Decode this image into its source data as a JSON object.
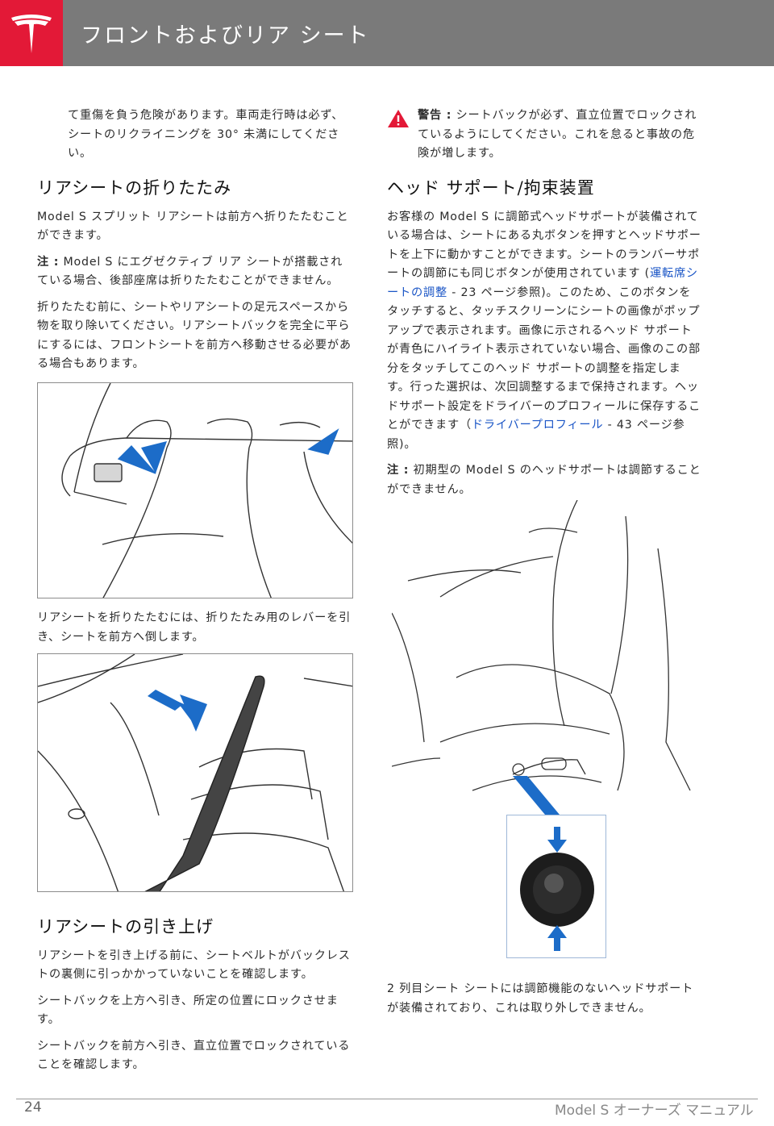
{
  "header": {
    "title": "フロントおよびリア シート",
    "accent_color": "#e31937",
    "bar_color": "#7a7a7a"
  },
  "left": {
    "intro_text": "て重傷を負う危険があります。車両走行時は必ず、シートのリクライニングを 30° 未満にしてください。",
    "fold_heading": "リアシートの折りたたみ",
    "fold_p1": "Model S スプリット リアシートは前方へ折りたたむことができます。",
    "fold_note_label": "注 :",
    "fold_note": " Model S にエグゼクティブ リア シートが搭載されている場合、後部座席は折りたたむことができません。",
    "fold_p3": "折りたたむ前に、シートやリアシートの足元スペースから物を取り除いてください。リアシートバックを完全に平らにするには、フロントシートを前方へ移動させる必要がある場合もあります。",
    "fold_caption": "リアシートを折りたたむには、折りたたみ用のレバーを引き、シートを前方へ倒します。",
    "raise_heading": "リアシートの引き上げ",
    "raise_p1": "リアシートを引き上げる前に、シートベルトがバックレストの裏側に引っかかっていないことを確認します。",
    "raise_p2": "シートバックを上方へ引き、所定の位置にロックさせます。",
    "raise_p3": "シートバックを前方へ引き、直立位置でロックされていることを確認します。"
  },
  "right": {
    "warning_label": "警告 :",
    "warning_text": " シートバックが必ず、直立位置でロックされているようにしてください。これを怠ると事故の危険が増します。",
    "head_heading": "ヘッド サポート/拘束装置",
    "head_p1_a": "お客様の Model S に調節式ヘッドサポートが装備されている場合は、シートにある丸ボタンを押すとヘッドサポートを上下に動かすことができます。シートのランバーサポートの調節にも同じボタンが使用されています (",
    "head_p1_link": "運転席シートの調整",
    "head_p1_b": " - 23 ページ参照)。このため、このボタンをタッチすると、タッチスクリーンにシートの画像がポップアップで表示されます。画像に示されるヘッド サポートが青色にハイライト表示されていない場合、画像のこの部分をタッチしてこのヘッド サポートの調整を指定します。行った選択は、次回調整するまで保持されます。ヘッドサポート設定をドライバーのプロフィールに保存することができます（",
    "head_p1_link2": "ドライバープロフィール",
    "head_p1_c": " - 43 ページ参照)。",
    "head_note_label": "注 :",
    "head_note": " 初期型の Model S のヘッドサポートは調節することができません。",
    "second_row_text": "2 列目シート シートには調節機能のないヘッドサポートが装備されており、これは取り外しできません。"
  },
  "footer": {
    "page_number": "24",
    "manual_title": "Model S オーナーズ マニュアル"
  }
}
